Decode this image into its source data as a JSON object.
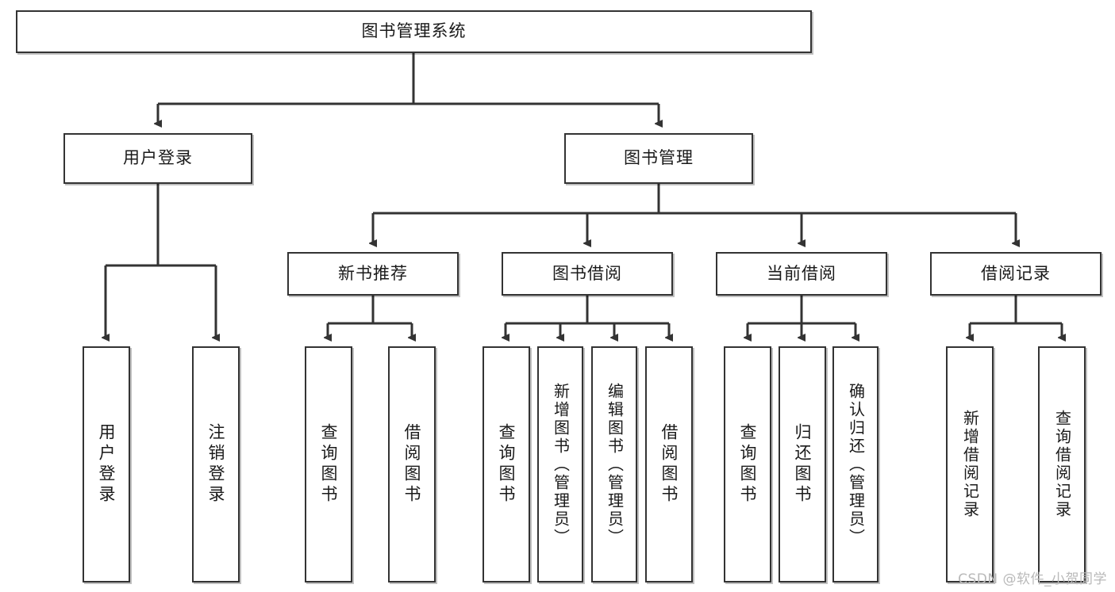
{
  "diagram": {
    "title": "图书管理系统",
    "type": "hierarchy-tree",
    "root": {
      "label": "图书管理系统"
    },
    "level2": [
      {
        "id": "user-login",
        "label": "用户登录"
      },
      {
        "id": "book-manage",
        "label": "图书管理"
      }
    ],
    "level3": [
      {
        "id": "new-book-recommend",
        "label": "新书推荐"
      },
      {
        "id": "book-borrow",
        "label": "图书借阅"
      },
      {
        "id": "current-borrow",
        "label": "当前借阅"
      },
      {
        "id": "borrow-record",
        "label": "借阅记录"
      }
    ],
    "leaves": {
      "user_login": [
        {
          "id": "leaf-user-login",
          "label": "用户登录"
        },
        {
          "id": "leaf-user-logout",
          "label": "注销登录"
        }
      ],
      "new_book_recommend": [
        {
          "id": "leaf-query-book-1",
          "label": "查询图书"
        },
        {
          "id": "leaf-borrow-book-1",
          "label": "借阅图书"
        }
      ],
      "book_borrow": [
        {
          "id": "leaf-query-book-2",
          "label": "查询图书"
        },
        {
          "id": "leaf-add-book",
          "label": "新增图书（管理员）"
        },
        {
          "id": "leaf-edit-book",
          "label": "编辑图书（管理员）"
        },
        {
          "id": "leaf-borrow-book-2",
          "label": "借阅图书"
        }
      ],
      "current_borrow": [
        {
          "id": "leaf-query-book-3",
          "label": "查询图书"
        },
        {
          "id": "leaf-return-book",
          "label": "归还图书"
        },
        {
          "id": "leaf-confirm-return",
          "label": "确认归还（管理员）"
        }
      ],
      "borrow_record": [
        {
          "id": "leaf-add-record",
          "label": "新增借阅记录"
        },
        {
          "id": "leaf-query-record",
          "label": "查询借阅记录"
        }
      ]
    },
    "colors": {
      "stroke": "#333333",
      "background": "#ffffff",
      "text": "#1a1a1a",
      "watermark": "#b9b9b9"
    }
  },
  "watermark": {
    "text": "CSDN @软件_小贺同学"
  }
}
